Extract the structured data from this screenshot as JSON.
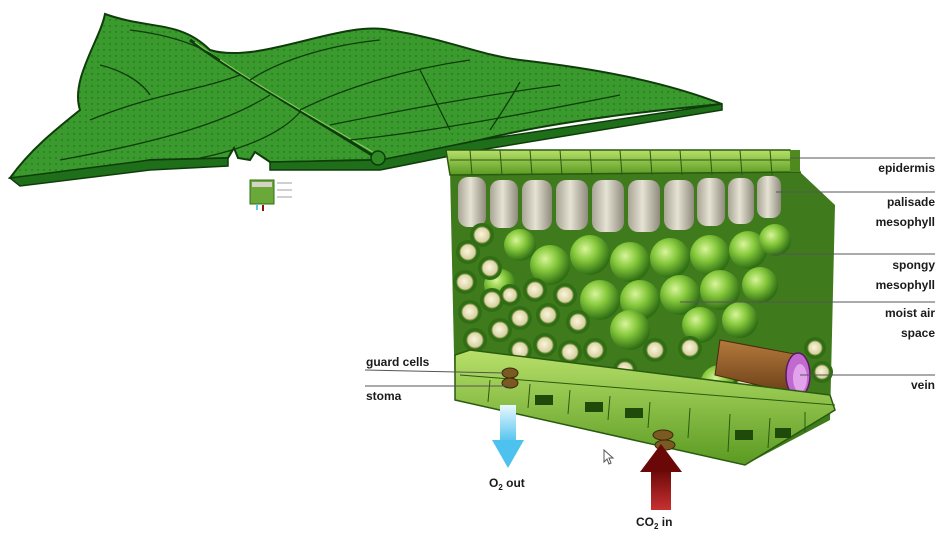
{
  "labels": {
    "epidermis": "epidermis",
    "palisade_1": "palisade",
    "palisade_2": "mesophyll",
    "spongy_1": "spongy",
    "spongy_2": "mesophyll",
    "moist_1": "moist air",
    "moist_2": "space",
    "vein": "vein",
    "guard_cells": "guard cells",
    "stoma": "stoma"
  },
  "gas_flows": {
    "o2_prefix": "O",
    "o2_sub": "2",
    "o2_suffix": " out",
    "co2_prefix": "CO",
    "co2_sub": "2",
    "co2_suffix": " in"
  },
  "colors": {
    "leaf_green": "#3a9a2e",
    "leaf_dark": "#0f3d0a",
    "cell_green": "#7cc43a",
    "palisade_grey": "#d6d2c4",
    "vein_brown": "#8a5a2b",
    "o2_arrow": "#5ac8f0",
    "co2_arrow": "#8b1010"
  }
}
